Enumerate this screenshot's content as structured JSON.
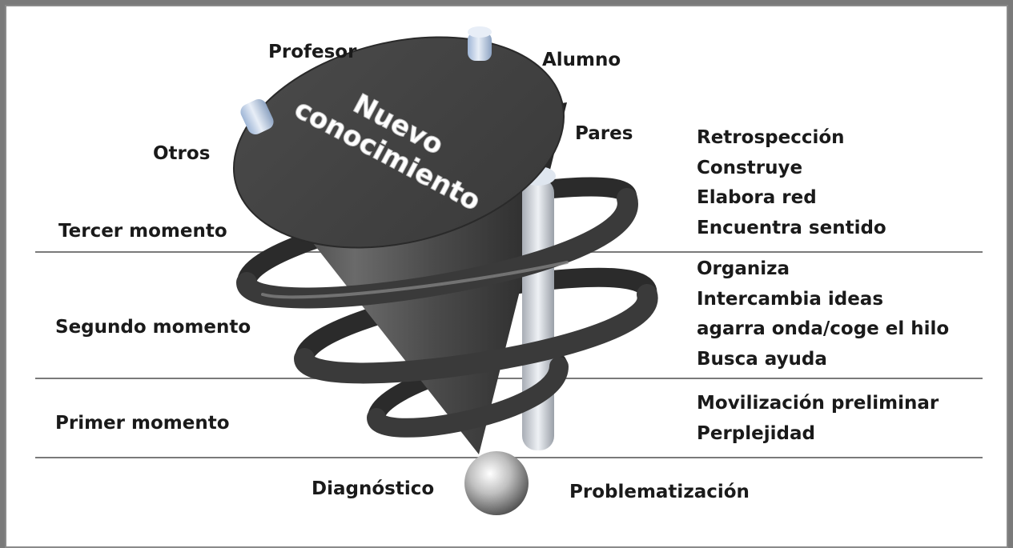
{
  "top_text": "Nuevo conocimiento",
  "participants": [
    "Profesor",
    "Alumno",
    "Otros",
    "Pares"
  ],
  "stages": {
    "third": {
      "name": "Tercer momento",
      "actions": [
        "Retrospección",
        "Construye",
        "Elabora red",
        "Encuentra sentido"
      ]
    },
    "second": {
      "name": "Segundo momento",
      "actions": [
        "Organiza",
        "Intercambia ideas",
        "agarra onda/coge el hilo",
        "Busca ayuda"
      ]
    },
    "first": {
      "name": "Primer momento",
      "actions": [
        "Movilización preliminar",
        "Perplejidad"
      ]
    }
  },
  "base": {
    "left": "Diagnóstico",
    "right": "Problematización"
  }
}
